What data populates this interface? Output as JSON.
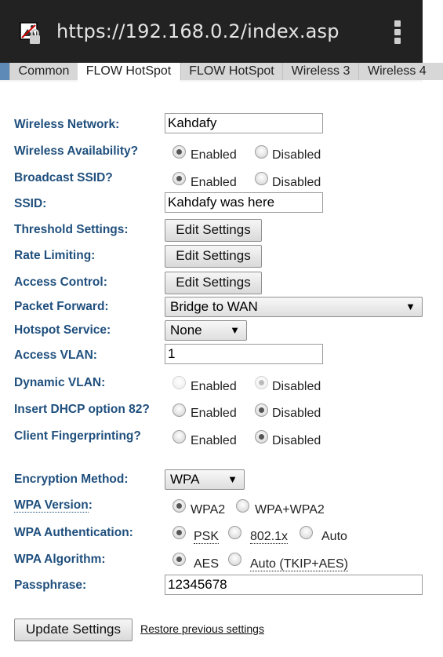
{
  "browser": {
    "url": "https://192.168.0.2/index.asp",
    "site_icon": "insecure-lock-icon",
    "menu_icon": "overflow-menu-icon"
  },
  "tabs": [
    "Common",
    "FLOW HotSpot",
    "FLOW HotSpot",
    "Wireless 3",
    "Wireless 4"
  ],
  "active_tab": 1,
  "form": {
    "wireless_network": {
      "label": "Wireless Network:",
      "value": "Kahdafy"
    },
    "wireless_availability": {
      "label": "Wireless Availability?",
      "enabled": "Enabled",
      "disabled": "Disabled",
      "selected": "Enabled"
    },
    "broadcast_ssid": {
      "label": "Broadcast SSID?",
      "enabled": "Enabled",
      "disabled": "Disabled",
      "selected": "Enabled"
    },
    "ssid": {
      "label": "SSID:",
      "value": "Kahdafy was here"
    },
    "threshold_settings": {
      "label": "Threshold Settings:",
      "button": "Edit Settings"
    },
    "rate_limiting": {
      "label": "Rate Limiting:",
      "button": "Edit Settings"
    },
    "access_control": {
      "label": "Access Control:",
      "button": "Edit Settings"
    },
    "packet_forward": {
      "label": "Packet Forward:",
      "value": "Bridge to WAN"
    },
    "hotspot_service": {
      "label": "Hotspot Service:",
      "value": "None"
    },
    "access_vlan": {
      "label": "Access VLAN:",
      "value": "1"
    },
    "dynamic_vlan": {
      "label": "Dynamic VLAN:",
      "enabled": "Enabled",
      "disabled": "Disabled",
      "selected": "Disabled",
      "state": "disabled"
    },
    "dhcp_option_82": {
      "label": "Insert DHCP option 82?",
      "enabled": "Enabled",
      "disabled": "Disabled",
      "selected": "Disabled"
    },
    "client_fingerprinting": {
      "label": "Client Fingerprinting?",
      "enabled": "Enabled",
      "disabled": "Disabled",
      "selected": "Disabled"
    },
    "encryption_method": {
      "label": "Encryption Method:",
      "value": "WPA"
    },
    "wpa_version": {
      "label": "WPA Version",
      "label_suffix": ":",
      "options": [
        "WPA2",
        "WPA+WPA2"
      ],
      "selected": "WPA2"
    },
    "wpa_authentication": {
      "label": "WPA Authentication:",
      "options": [
        "PSK",
        "802.1x",
        "Auto"
      ],
      "selected": "PSK"
    },
    "wpa_algorithm": {
      "label": "WPA Algorithm:",
      "options": [
        "AES",
        "Auto (TKIP+AES)"
      ],
      "selected": "AES"
    },
    "passphrase": {
      "label": "Passphrase:",
      "value": "12345678"
    }
  },
  "actions": {
    "update": "Update Settings",
    "restore": "Restore previous settings"
  }
}
